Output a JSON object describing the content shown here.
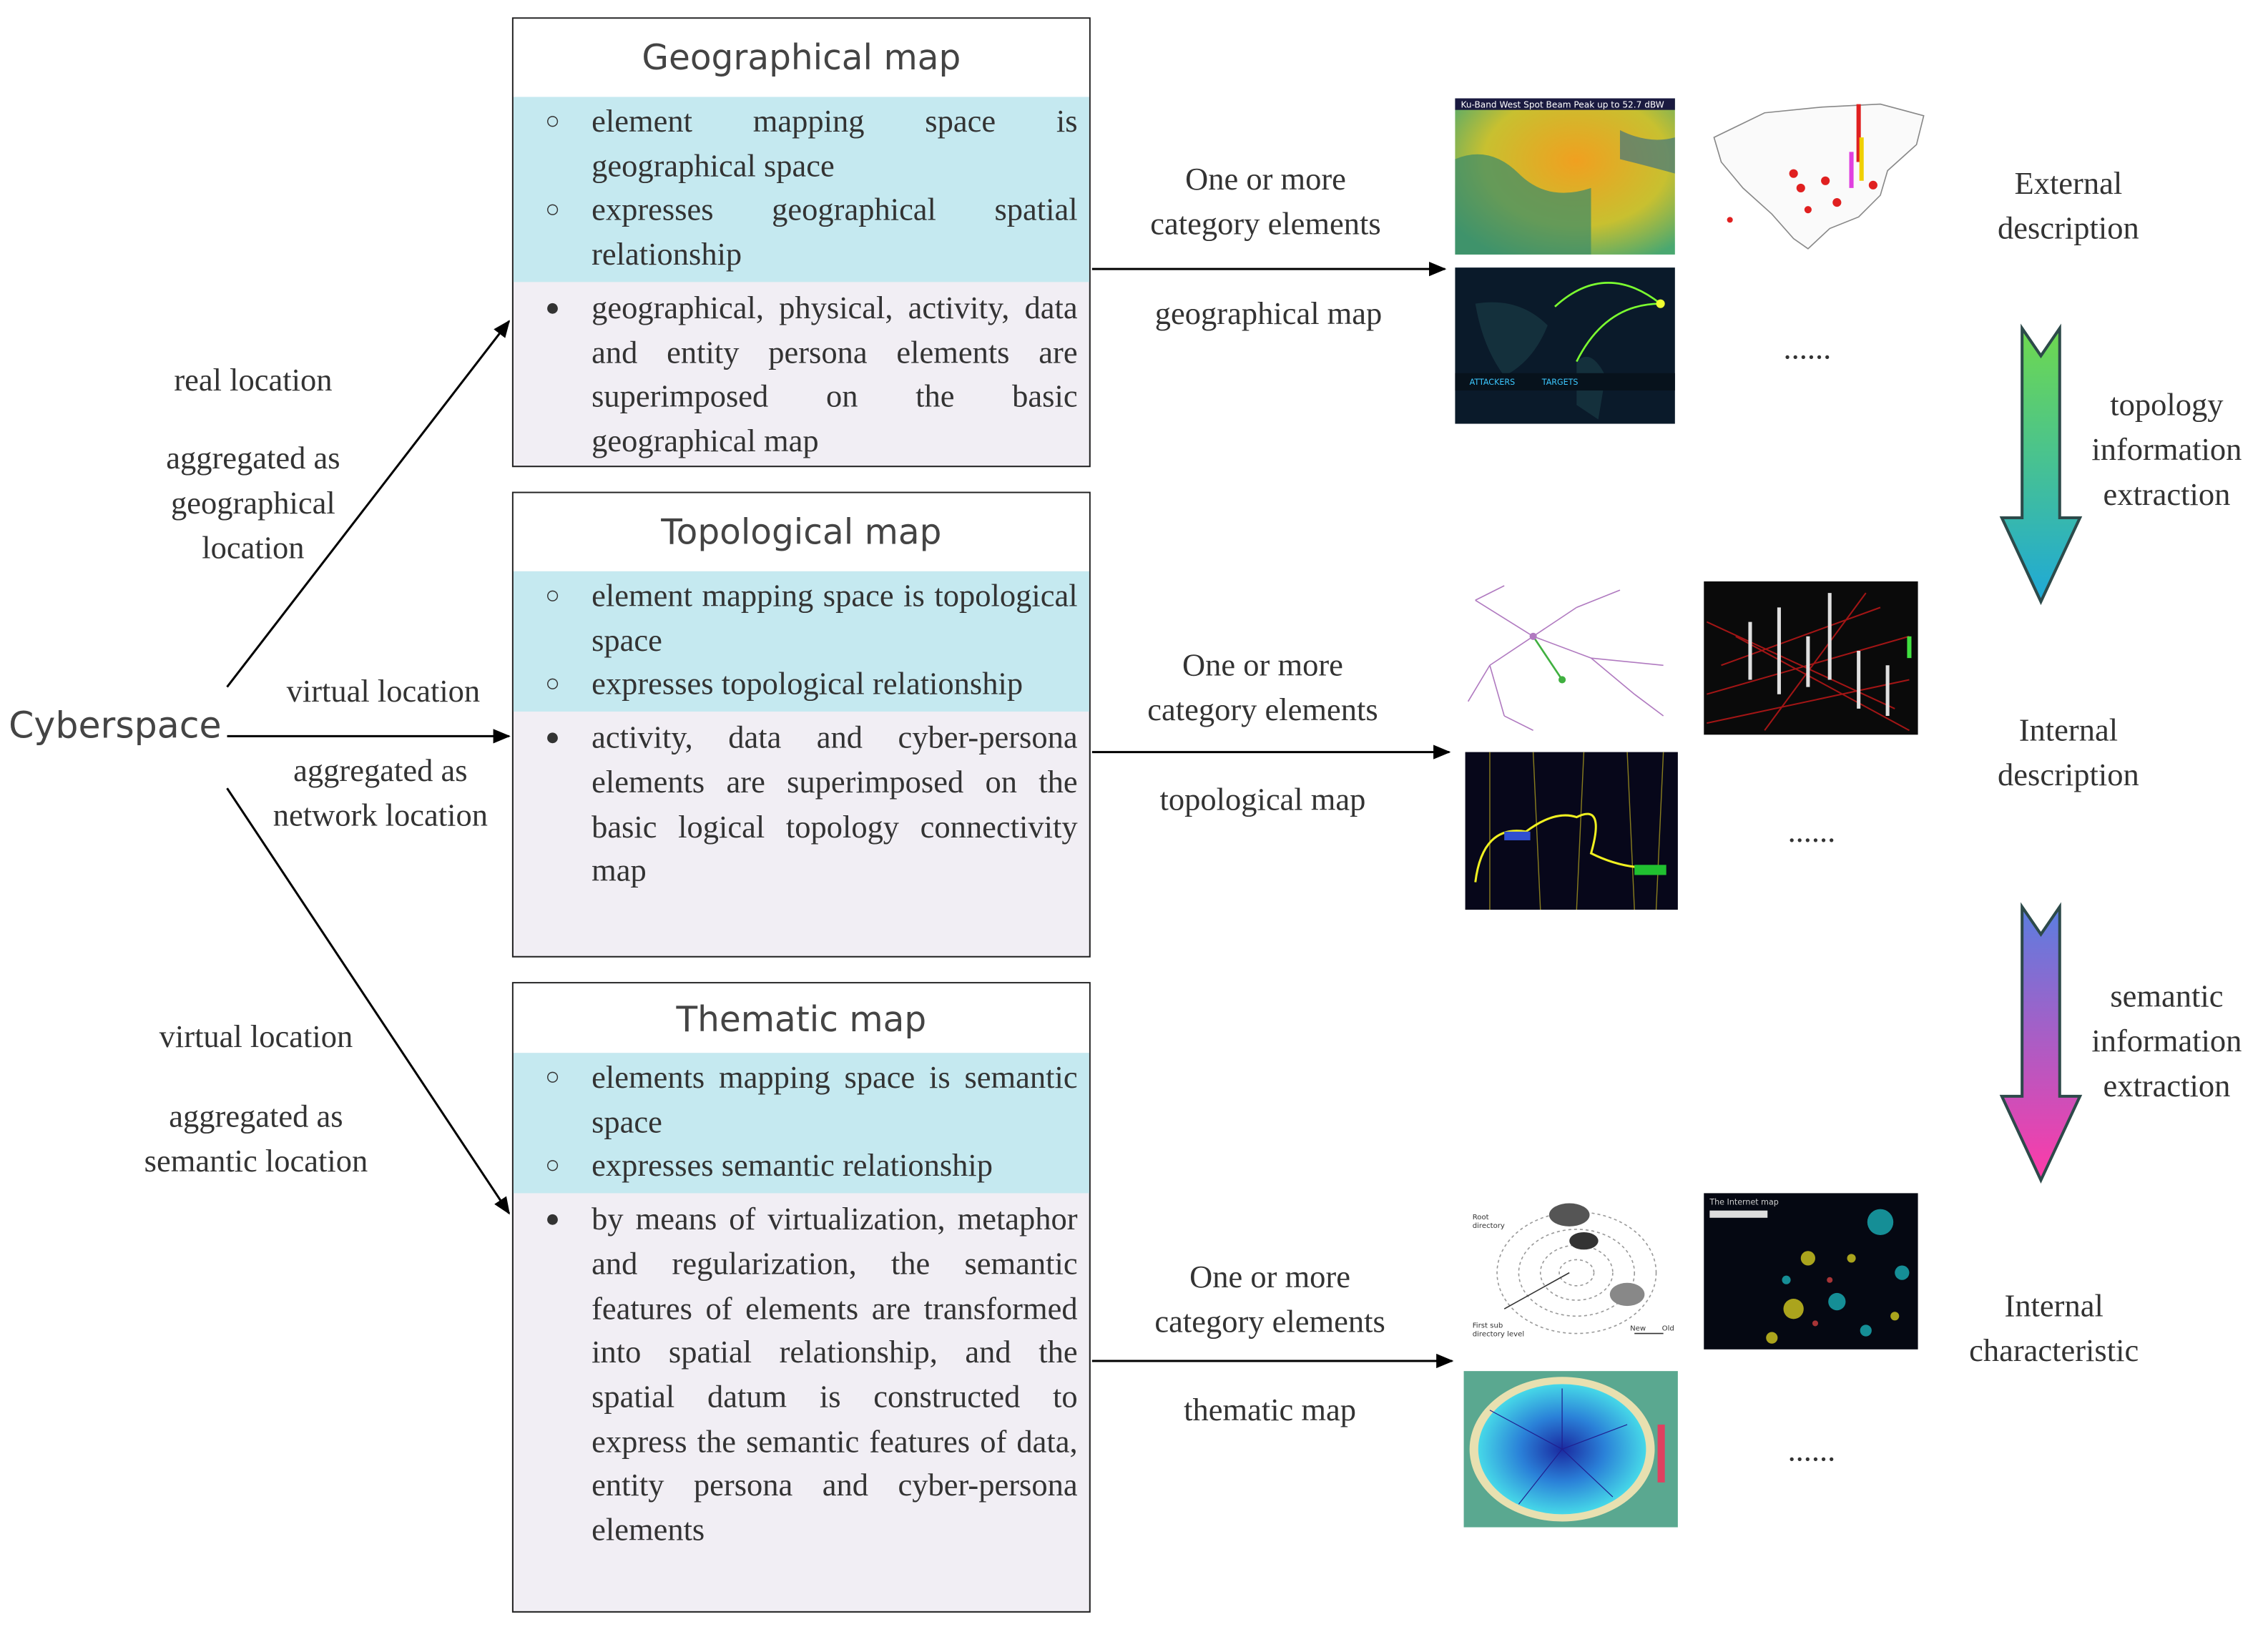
{
  "left": {
    "cyberspace": "Cyberspace",
    "real_location": "real location",
    "aggregated_geo": "aggregated as\ngeographical\nlocation",
    "virtual_location_1": "virtual location",
    "aggregated_network": "aggregated as\nnetwork location",
    "virtual_location_2": "virtual location",
    "aggregated_semantic": "aggregated as\nsemantic location"
  },
  "boxes": [
    {
      "title": "Geographical  map",
      "teal": [
        "element mapping space is geographical space",
        "expresses geographical  spatial relationship"
      ],
      "props": [
        "geographical, physical, activity, data and entity persona elements are superimposed on the basic geographical map"
      ]
    },
    {
      "title": "Topological map",
      "teal": [
        "element mapping space is topological space",
        "expresses topological relationship"
      ],
      "props": [
        "activity, data and cyber-persona elements are superimposed on the basic logical topology connectivity map"
      ]
    },
    {
      "title": "Thematic map",
      "teal": [
        "elements mapping space is semantic space",
        "expresses semantic relationship"
      ],
      "props": [
        "by means of virtualization, metaphor and regularization, the semantic features of elements are transformed into spatial relationship, and the spatial datum is constructed to express the semantic features of data, entity persona and cyber-persona elements"
      ]
    }
  ],
  "middle": {
    "one_or_more_1": "One or more\ncategory elements",
    "geo_map": "geographical map",
    "one_or_more_2": "One or more\ncategory elements",
    "topo_map": "topological map",
    "one_or_more_3": "One or more\ncategory elements",
    "thematic_map": "thematic map",
    "ellipsis": "......"
  },
  "thumbnails": {
    "spot_beam_caption": "Ku-Band West Spot Beam Peak up to 52.7 dBW",
    "attackers": "ATTACKERS",
    "targets": "TARGETS",
    "root_directory": "Root\ndirectory",
    "first_sub_directory": "First sub\ndirectory level",
    "new": "New",
    "old": "Old",
    "internet_map": "The Internet map"
  },
  "right": {
    "external_description": "External\ndescription",
    "topology_extraction": "topology\ninformation\nextraction",
    "internal_description": "Internal\ndescription",
    "semantic_extraction": "semantic\ninformation\nextraction",
    "internal_characteristic": "Internal\ncharacteristic"
  },
  "colors": {
    "teal_band": "#c5e9f0",
    "lavender_band": "#f1eef4",
    "arrow_top_green": "#6fd94e",
    "arrow_top_cyan": "#1ea9d8",
    "arrow_bottom_purple": "#5a7ee0",
    "arrow_bottom_pink": "#ff3aa8"
  }
}
